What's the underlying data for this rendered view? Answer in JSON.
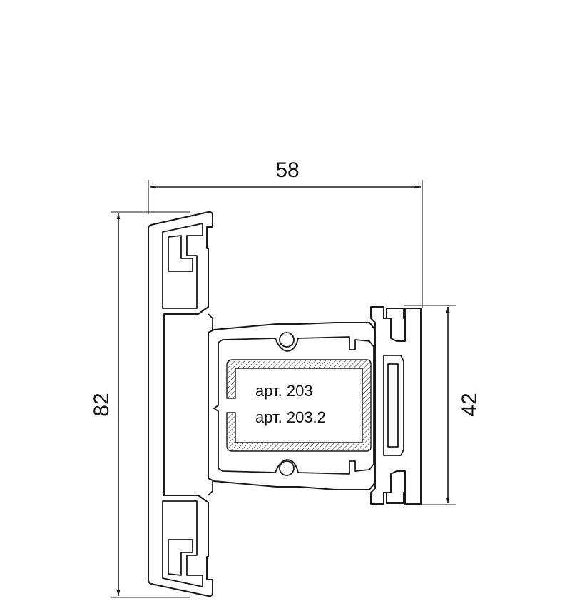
{
  "dimensions": {
    "width_label": "58",
    "height_label": "82",
    "depth_label": "42"
  },
  "insert": {
    "line1": "арт. 203",
    "line2": "арт. 203.2"
  },
  "colors": {
    "stroke": "#1a1a1a",
    "background": "#ffffff"
  }
}
